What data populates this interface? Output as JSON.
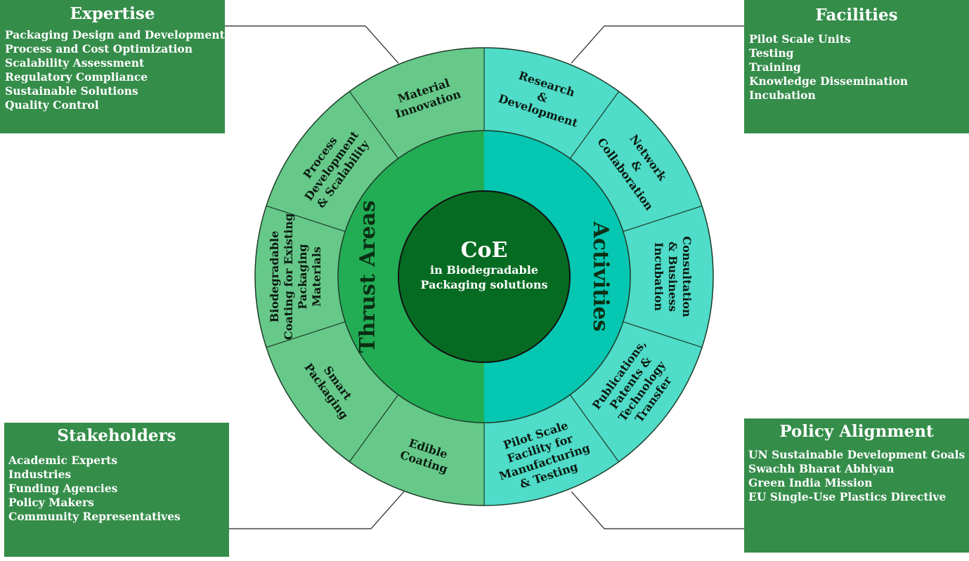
{
  "expertise": {
    "title": "Expertise",
    "items": [
      "Packaging Design and Development",
      "Process and Cost Optimization",
      "Scalability Assessment",
      "Regulatory Compliance",
      "Sustainable Solutions",
      "Quality Control"
    ]
  },
  "facilities": {
    "title": "Facilities",
    "items": [
      "Pilot Scale Units",
      "Testing",
      "Training",
      "Knowledge Dissemination",
      "Incubation"
    ]
  },
  "stakeholders": {
    "title": "Stakeholders",
    "items": [
      "Academic Experts",
      "Industries",
      "Funding Agencies",
      "Policy Makers",
      "Community Representatives"
    ]
  },
  "policy": {
    "title": "Policy Alignment",
    "items": [
      "UN Sustainable Development Goals",
      "Swachh Bharat Abhiyan",
      "Green India Mission",
      "EU Single-Use Plastics Directive"
    ]
  },
  "center": {
    "title": "CoE",
    "subtitle_1": "in Biodegradable",
    "subtitle_2": "Packaging solutions"
  },
  "thrust_areas": {
    "title": "Thrust Areas",
    "segments": [
      {
        "lines": [
          "Material",
          "Innovation"
        ]
      },
      {
        "lines": [
          "Process",
          "Development",
          "& Scalability"
        ]
      },
      {
        "lines": [
          "Biodegradable",
          "Coating for Existing",
          "Packaging",
          "Materials"
        ]
      },
      {
        "lines": [
          "Smart",
          "Packaging"
        ]
      },
      {
        "lines": [
          "Edible",
          "Coating"
        ]
      }
    ]
  },
  "activities": {
    "title": "Activities",
    "segments": [
      {
        "lines": [
          "Research",
          "&",
          "Development"
        ]
      },
      {
        "lines": [
          "Network",
          "&",
          "Collaboration"
        ]
      },
      {
        "lines": [
          "Consultation",
          "& Business",
          "Incubation"
        ]
      },
      {
        "lines": [
          "Publications,",
          "Patents &",
          "Technology",
          "Transfer"
        ]
      },
      {
        "lines": [
          "Pilot Scale",
          "Facility for",
          "Manufacturing",
          "& Testing"
        ]
      }
    ]
  },
  "colors": {
    "box_green": "#358d4a",
    "thrust_outer": "#66c98a",
    "thrust_inner": "#22ad55",
    "activities_outer": "#4fdcc9",
    "activities_inner": "#05c7b2",
    "core": "#066b22"
  }
}
